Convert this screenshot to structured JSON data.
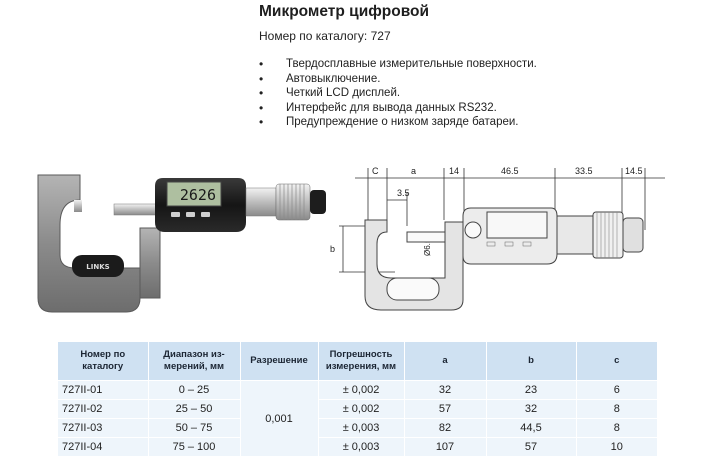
{
  "title": "Микрометр цифровой",
  "catalog": "Номер по каталогу: 727",
  "features": [
    "Твердосплавные измерительные поверхности.",
    "Автовыключение.",
    "Четкий LCD дисплей.",
    "Интерфейс для вывода данных RS232.",
    "Предупреждение о низком заряде батареи."
  ],
  "photo": {
    "display_value": "2626",
    "brand": "LINKS"
  },
  "drawing": {
    "dims": {
      "c": "C",
      "a": "a",
      "d14": "14",
      "d46_5": "46.5",
      "d33_5": "33.5",
      "d14_5": "14.5",
      "d3_5": "3.5",
      "d6_5": "Ø6.5",
      "b": "b"
    }
  },
  "table": {
    "headers": [
      "Номер по каталогу",
      "Диапазон из- мерений, мм",
      "Разрешение",
      "Погрешность измерения, мм",
      "a",
      "b",
      "c"
    ],
    "resolution": "0,001",
    "rows": [
      {
        "model": "727II-01",
        "range": "0 – 25",
        "error": "± 0,002",
        "a": "32",
        "b": "23",
        "c": "6"
      },
      {
        "model": "727II-02",
        "range": "25 – 50",
        "error": "± 0,002",
        "a": "57",
        "b": "32",
        "c": "8"
      },
      {
        "model": "727II-03",
        "range": "50 – 75",
        "error": "± 0,003",
        "a": "82",
        "b": "44,5",
        "c": "8"
      },
      {
        "model": "727II-04",
        "range": "75 – 100",
        "error": "± 0,003",
        "a": "107",
        "b": "57",
        "c": "10"
      }
    ]
  },
  "colors": {
    "header_bg": "#cfe1f2",
    "row_bg": "#eef5fb",
    "frame_gray": "#8f8f8f",
    "lcd_green": "#aebfa0"
  }
}
